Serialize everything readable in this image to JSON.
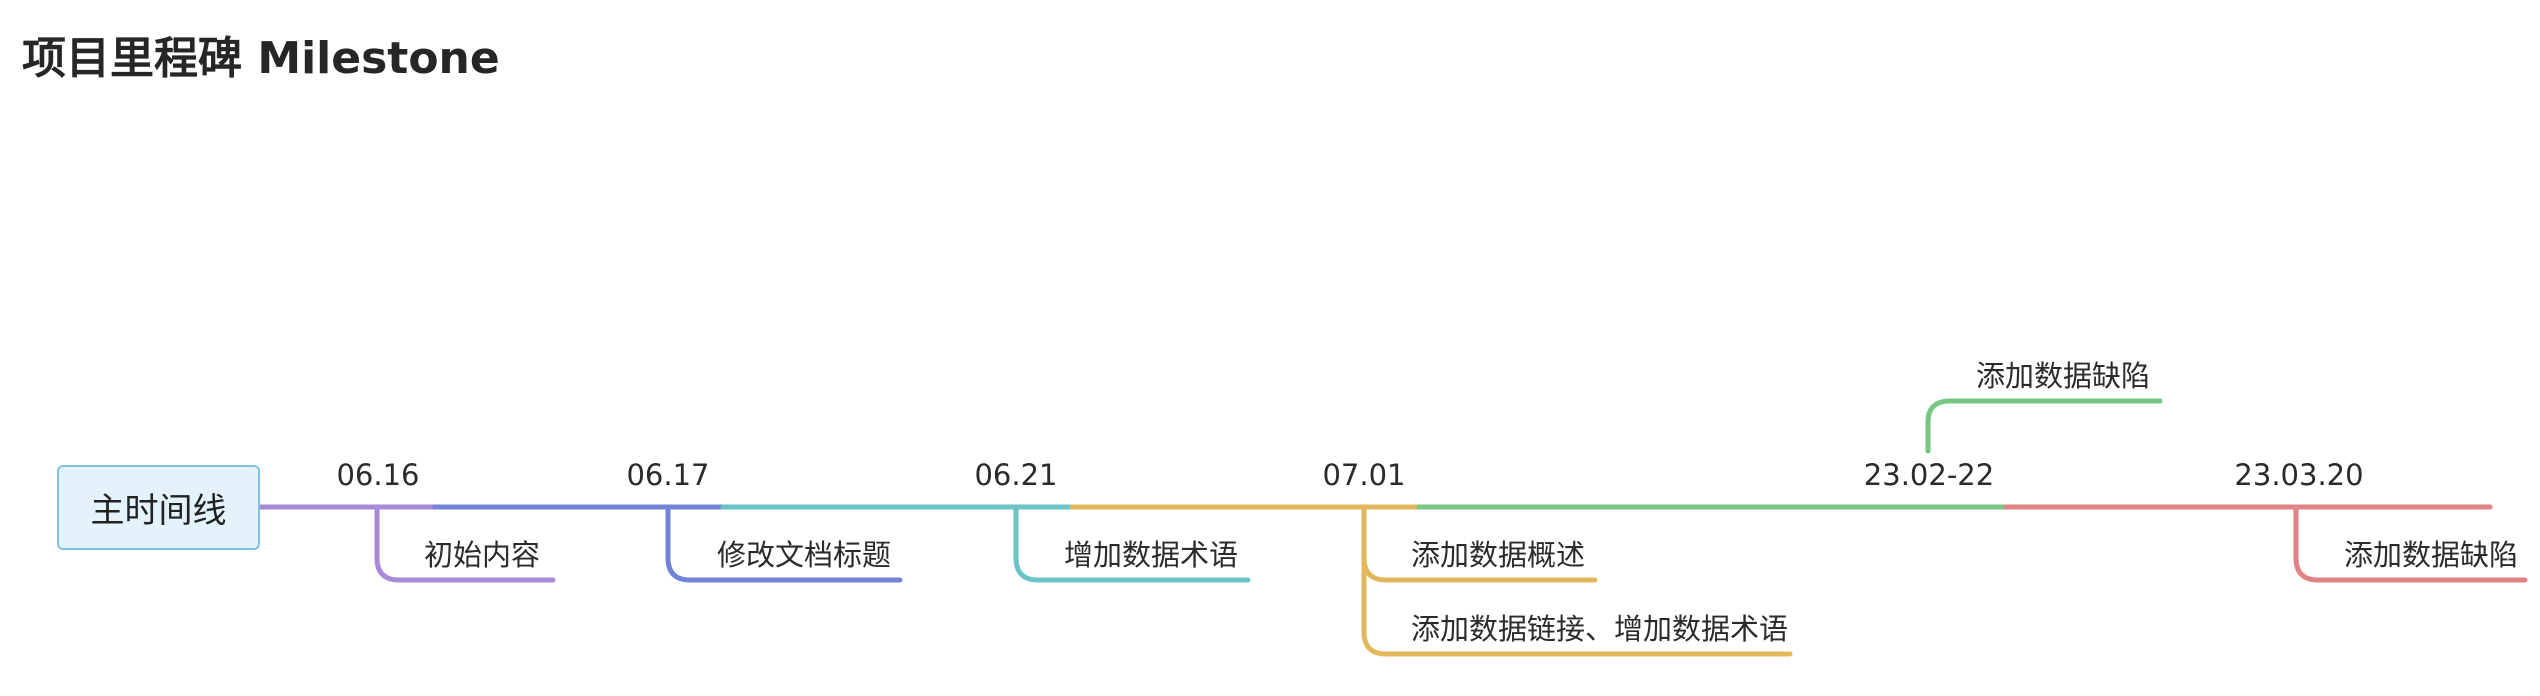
{
  "title": "项目里程碑 Milestone",
  "root": {
    "label": "主时间线"
  },
  "milestones": [
    {
      "date": "06.16",
      "color": "#a98ad8",
      "items_below": [
        "初始内容"
      ],
      "items_above": []
    },
    {
      "date": "06.17",
      "color": "#7283d8",
      "items_below": [
        "修改文档标题"
      ],
      "items_above": []
    },
    {
      "date": "06.21",
      "color": "#6cc3c6",
      "items_below": [
        "增加数据术语"
      ],
      "items_above": []
    },
    {
      "date": "07.01",
      "color": "#e2b85a",
      "items_below": [
        "添加数据概述",
        "添加数据链接、增加数据术语"
      ],
      "items_above": []
    },
    {
      "date": "23.02-22",
      "color": "#78c683",
      "items_below": [],
      "items_above": [
        "添加数据缺陷"
      ]
    },
    {
      "date": "23.03.20",
      "color": "#e18386",
      "items_below": [
        "添加数据缺陷"
      ],
      "items_above": []
    }
  ]
}
